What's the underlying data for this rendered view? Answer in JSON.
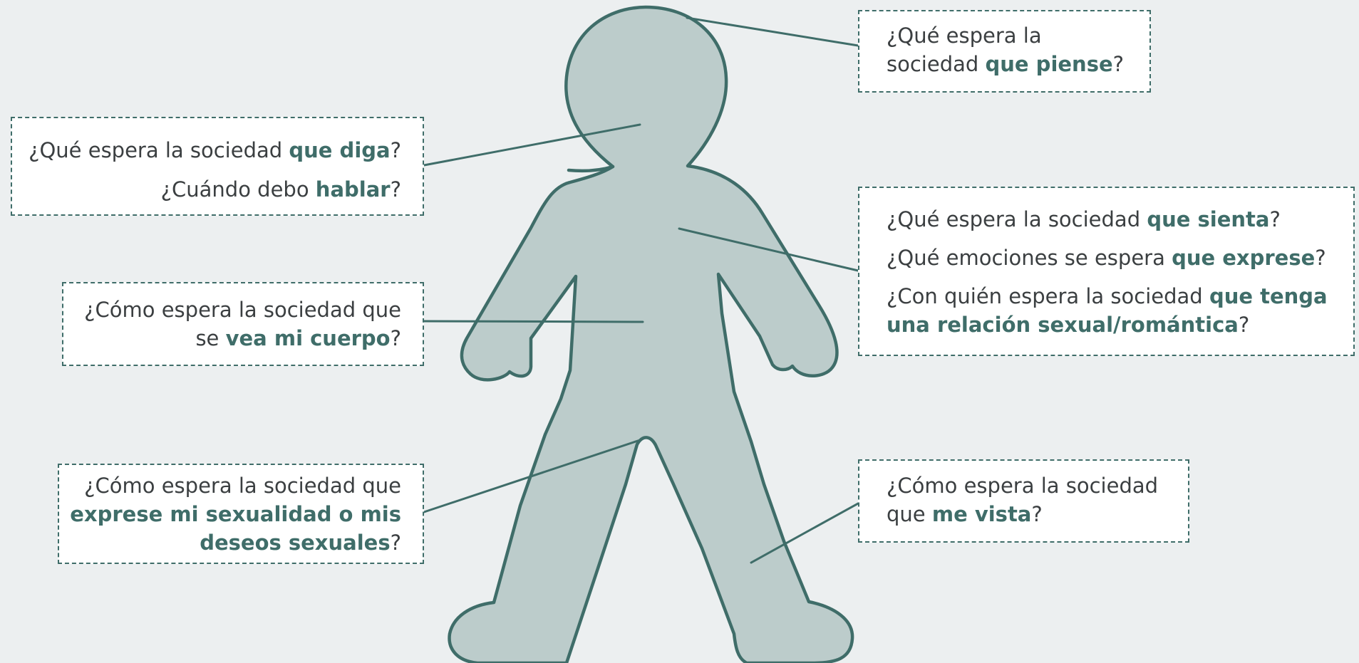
{
  "colors": {
    "background": "#eceff0",
    "figure_fill": "#bccccb",
    "accent": "#3f6d69",
    "text": "#3b3f41",
    "box_fill": "#ffffff"
  },
  "figure": {
    "icon": "human-silhouette-icon"
  },
  "callouts": {
    "think": {
      "lines": [
        {
          "a": "¿Qué espera la",
          "b": "",
          "c": ""
        },
        {
          "a": "sociedad ",
          "b": "que piense",
          "c": "?"
        }
      ]
    },
    "say": {
      "lines": [
        {
          "a": "¿Qué espera la sociedad ",
          "b": "que diga",
          "c": "?"
        },
        {
          "a": "¿Cuándo debo ",
          "b": "hablar",
          "c": "?"
        }
      ]
    },
    "feel": {
      "lines": [
        {
          "a": "¿Qué espera la sociedad ",
          "b": "que sienta",
          "c": "?"
        },
        {
          "a": "¿Qué emociones se espera ",
          "b": "que exprese",
          "c": "?"
        },
        {
          "a": "¿Con quién espera la sociedad ",
          "b": "que tenga",
          "c": ""
        },
        {
          "a": "",
          "b": "una relación sexual/romántica",
          "c": "?"
        }
      ]
    },
    "body": {
      "lines": [
        {
          "a": "¿Cómo espera la sociedad que",
          "b": "",
          "c": ""
        },
        {
          "a": "se ",
          "b": "vea mi cuerpo",
          "c": "?"
        }
      ]
    },
    "sexuality": {
      "lines": [
        {
          "a": "¿Cómo espera la sociedad que",
          "b": "",
          "c": ""
        },
        {
          "a": "",
          "b": "exprese mi sexualidad o mis",
          "c": ""
        },
        {
          "a": "",
          "b": "deseos sexuales",
          "c": "?"
        }
      ]
    },
    "dress": {
      "lines": [
        {
          "a": "¿Cómo espera la sociedad",
          "b": "",
          "c": ""
        },
        {
          "a": "que ",
          "b": "me vista",
          "c": "?"
        }
      ]
    }
  }
}
